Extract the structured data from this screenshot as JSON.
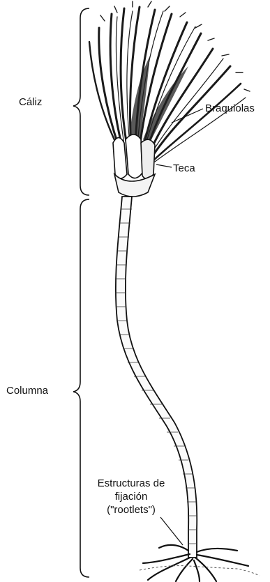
{
  "labels": {
    "caliz": "Cáliz",
    "columna": "Columna",
    "braquiolas": "Braquiolas",
    "teca": "Teca",
    "fijacion_line1": "Estructuras de",
    "fijacion_line2": "fijación",
    "fijacion_line3": "(\"rootlets\")"
  },
  "colors": {
    "ink": "#111111",
    "background": "#ffffff"
  }
}
